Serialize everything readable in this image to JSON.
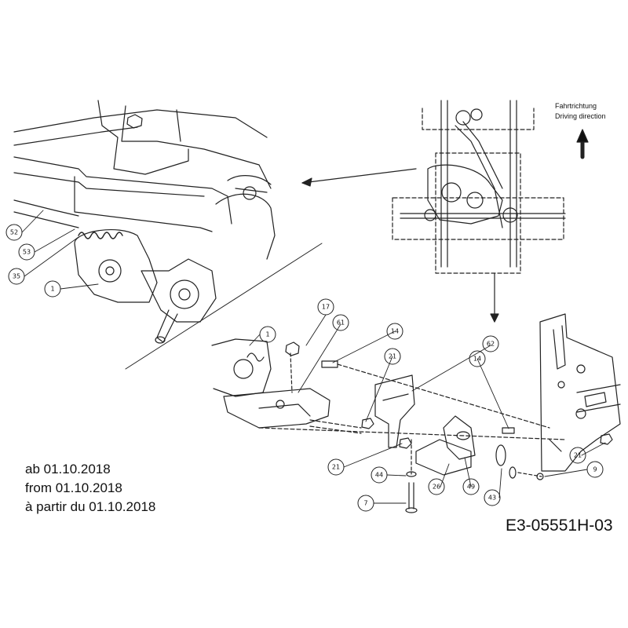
{
  "driving_direction": {
    "label_de": "Fahrtrichtung",
    "label_en": "Driving direction"
  },
  "validity": {
    "de": "ab 01.10.2018",
    "en": "from 01.10.2018",
    "fr": "à partir du 01.10.2018"
  },
  "drawing_code": "E3-05551H-03",
  "callouts": [
    "52",
    "53",
    "35",
    "1",
    "17",
    "61",
    "1",
    "14",
    "21",
    "62",
    "14",
    "21",
    "21",
    "44",
    "26",
    "49",
    "43",
    "9",
    "7"
  ]
}
